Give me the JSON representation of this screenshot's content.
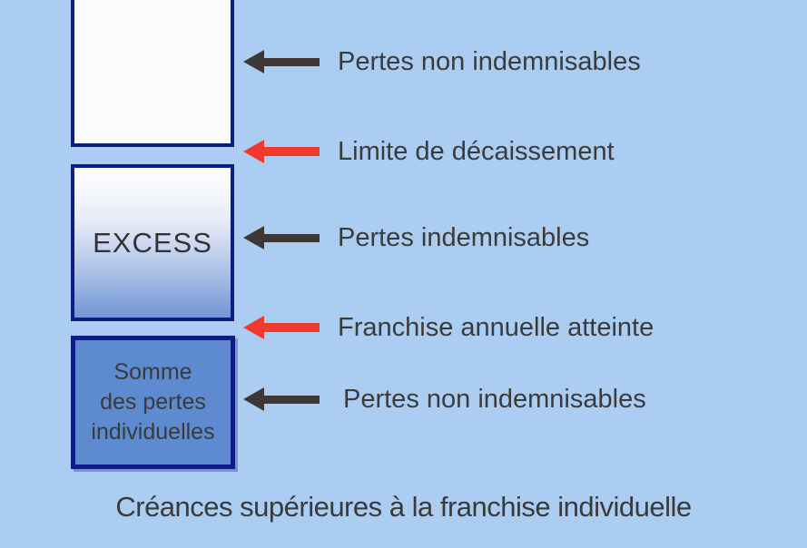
{
  "colors": {
    "background": "#abcdf2",
    "box_border": "#0c1e86",
    "sum_box_fill": "#5e8bd0",
    "black_arrow": "#3d3837",
    "red_arrow": "#f2392e",
    "text": "#3b3b3b"
  },
  "boxes": {
    "top": {
      "label": ""
    },
    "excess": {
      "label": "EXCESS"
    },
    "sum": {
      "label_lines": [
        "Somme",
        "des pertes",
        "individuelles"
      ]
    }
  },
  "annotations": [
    {
      "label": "Pertes non indemnisables",
      "arrow": "black",
      "arrow_color": "#3d3837"
    },
    {
      "label": "Limite de décaissement",
      "arrow": "red",
      "arrow_color": "#f2392e"
    },
    {
      "label": "Pertes indemnisables",
      "arrow": "black",
      "arrow_color": "#3d3837"
    },
    {
      "label": "Franchise annuelle atteinte",
      "arrow": "red",
      "arrow_color": "#f2392e"
    },
    {
      "label": "Pertes non indemnisables",
      "arrow": "black",
      "arrow_color": "#3d3837"
    }
  ],
  "caption": "Créances supérieures à la franchise individuelle"
}
